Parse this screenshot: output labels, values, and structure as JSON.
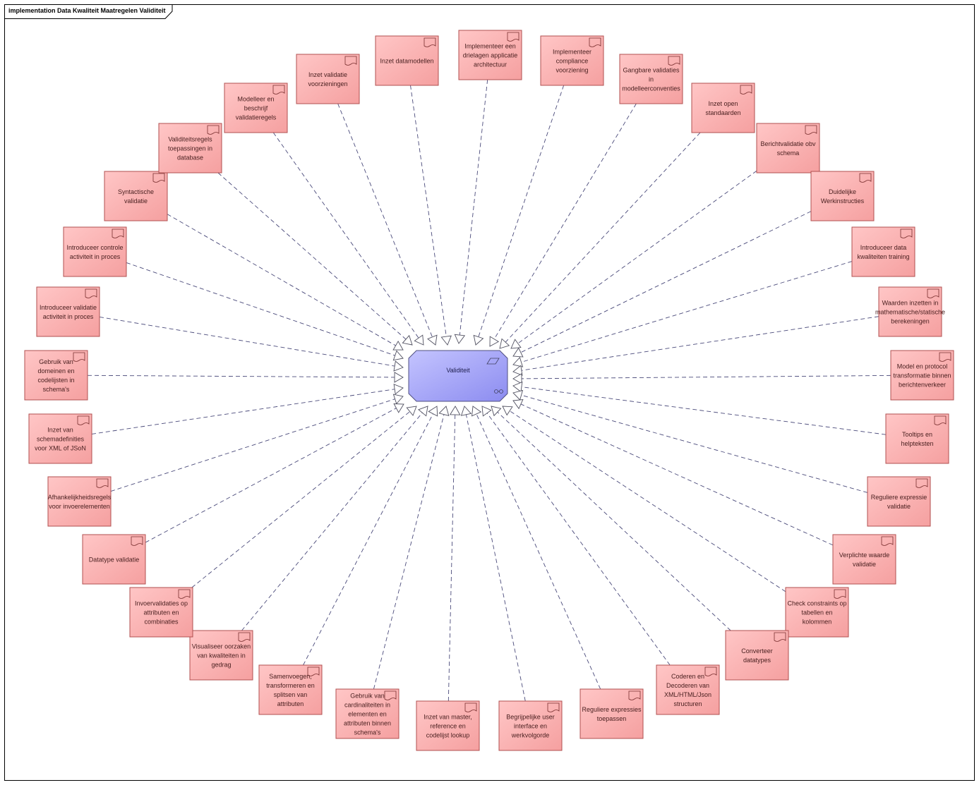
{
  "diagram": {
    "title": "implementation Data Kwaliteit Maatregelen Validiteit",
    "center": {
      "label": "Validiteit"
    },
    "nodes": [
      {
        "label": [
          "Implementeer een",
          "drielagen applicatie",
          "architectuur"
        ]
      },
      {
        "label": [
          "Implementeer",
          "compliance",
          "voorziening"
        ]
      },
      {
        "label": [
          "Gangbare validaties",
          "in",
          "modelleerconventies"
        ]
      },
      {
        "label": [
          "Inzet open",
          "standaarden"
        ]
      },
      {
        "label": [
          "Berichtvalidatie obv",
          "schema"
        ]
      },
      {
        "label": [
          "Duidelijke",
          "Werkinstructies"
        ]
      },
      {
        "label": [
          "Introduceer data",
          "kwaliteiten training"
        ]
      },
      {
        "label": [
          "Waarden inzetten in",
          "mathematische/statische",
          "berekeningen"
        ]
      },
      {
        "label": [
          "Model en protocol",
          "transformatie binnen",
          "berichtenverkeer"
        ]
      },
      {
        "label": [
          "Tooltips en",
          "helpteksten"
        ]
      },
      {
        "label": [
          "Reguliere expressie",
          "validatie"
        ]
      },
      {
        "label": [
          "Verplichte waarde",
          "validatie"
        ]
      },
      {
        "label": [
          "Check constraints op",
          "tabellen en",
          "kolommen"
        ]
      },
      {
        "label": [
          "Converteer",
          "datatypes"
        ]
      },
      {
        "label": [
          "Coderen en",
          "Decoderen van",
          "XML/HTML/Json",
          "structuren"
        ]
      },
      {
        "label": [
          "Reguliere expressies",
          "toepassen"
        ]
      },
      {
        "label": [
          "Begrijpelijke user",
          "interface en",
          "werkvolgorde"
        ]
      },
      {
        "label": [
          "Inzet van master,",
          "reference en",
          "codelijst lookup"
        ]
      },
      {
        "label": [
          "Gebruik van",
          "cardinaliteiten in",
          "elementen en",
          "attributen binnen",
          "schema's"
        ]
      },
      {
        "label": [
          "Samenvoegen,",
          "transformeren en",
          "splitsen van",
          "attributen"
        ]
      },
      {
        "label": [
          "Visualiseer oorzaken",
          "van kwaliteiten in",
          "gedrag"
        ]
      },
      {
        "label": [
          "Invoervalidaties op",
          "attributen en",
          "combinaties"
        ]
      },
      {
        "label": [
          "Datatype validatie"
        ]
      },
      {
        "label": [
          "Afhankelijkheidsregels",
          "voor invoerelementen"
        ]
      },
      {
        "label": [
          "Inzet van",
          "schemadefinities",
          "voor XML of JSoN"
        ]
      },
      {
        "label": [
          "Gebruik van",
          "domeinen en",
          "codelijsten in",
          "schema's"
        ]
      },
      {
        "label": [
          "Introduceer validatie",
          "activiteit in proces"
        ]
      },
      {
        "label": [
          "Introduceer controle",
          "activiteit in proces"
        ]
      },
      {
        "label": [
          "Syntactische",
          "validatie"
        ]
      },
      {
        "label": [
          "Validiteitsregels",
          "toepassingen in",
          "database"
        ]
      },
      {
        "label": [
          "Modelleer en",
          "beschrijf",
          "validatieregels"
        ]
      },
      {
        "label": [
          "Inzet validatie",
          "voorzieningen"
        ]
      },
      {
        "label": [
          "Inzet datamodellen"
        ]
      }
    ]
  },
  "colors": {
    "node_fill": "#ffc0c0",
    "node_stroke": "#b05050",
    "center_fill": "#b0b0ff",
    "center_stroke": "#505080",
    "connector": "#4a4a7a"
  }
}
